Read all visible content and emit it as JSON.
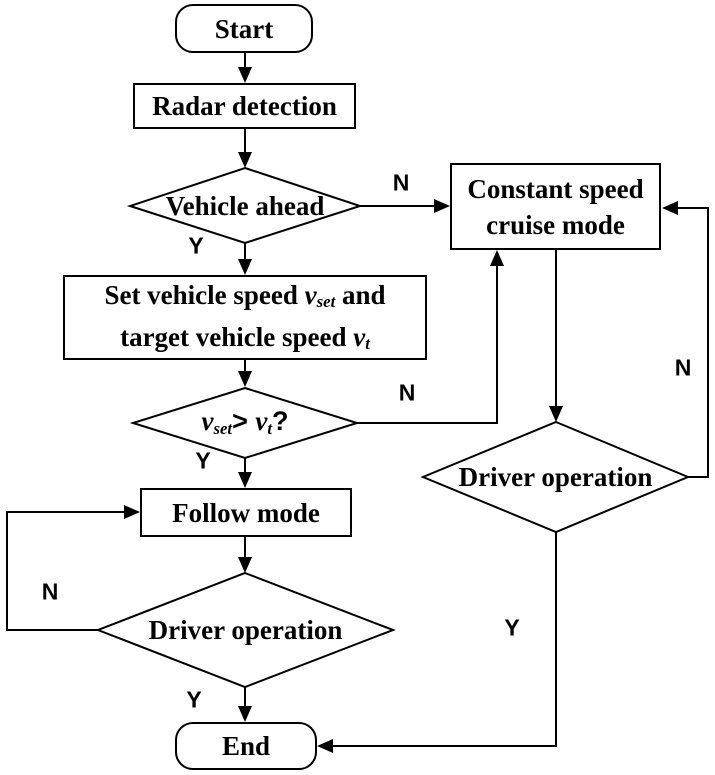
{
  "nodes": {
    "start": {
      "label": "Start"
    },
    "radar": {
      "label": "Radar detection"
    },
    "vehicle_ahead": {
      "label": "Vehicle ahead"
    },
    "set_speed": {
      "line1_text": "Set vehicle speed ",
      "line1_var": "v",
      "line1_sub": "set",
      "line1_end": " and",
      "line2_text": "target vehicle speed ",
      "line2_var": "v",
      "line2_sub": "t"
    },
    "condition": {
      "lhs_var": "v",
      "lhs_sub": "set",
      "op": "> ",
      "rhs_var": "v",
      "rhs_sub": "t",
      "question": "?"
    },
    "follow": {
      "label": "Follow mode"
    },
    "driver_left": {
      "label": "Driver operation"
    },
    "constant_cruise": {
      "line1": "Constant speed",
      "line2": "cruise mode"
    },
    "driver_right": {
      "label": "Driver operation"
    },
    "end": {
      "label": "End"
    }
  },
  "edge_labels": {
    "vehicle_ahead_no": "N",
    "vehicle_ahead_yes": "Y",
    "condition_no": "N",
    "condition_yes": "Y",
    "follow_loop_no": "N",
    "driver_left_yes": "Y",
    "driver_right_no": "N",
    "driver_right_yes": "Y"
  },
  "colors": {
    "stroke": "#000000",
    "background": "#ffffff",
    "text": "#000000"
  }
}
